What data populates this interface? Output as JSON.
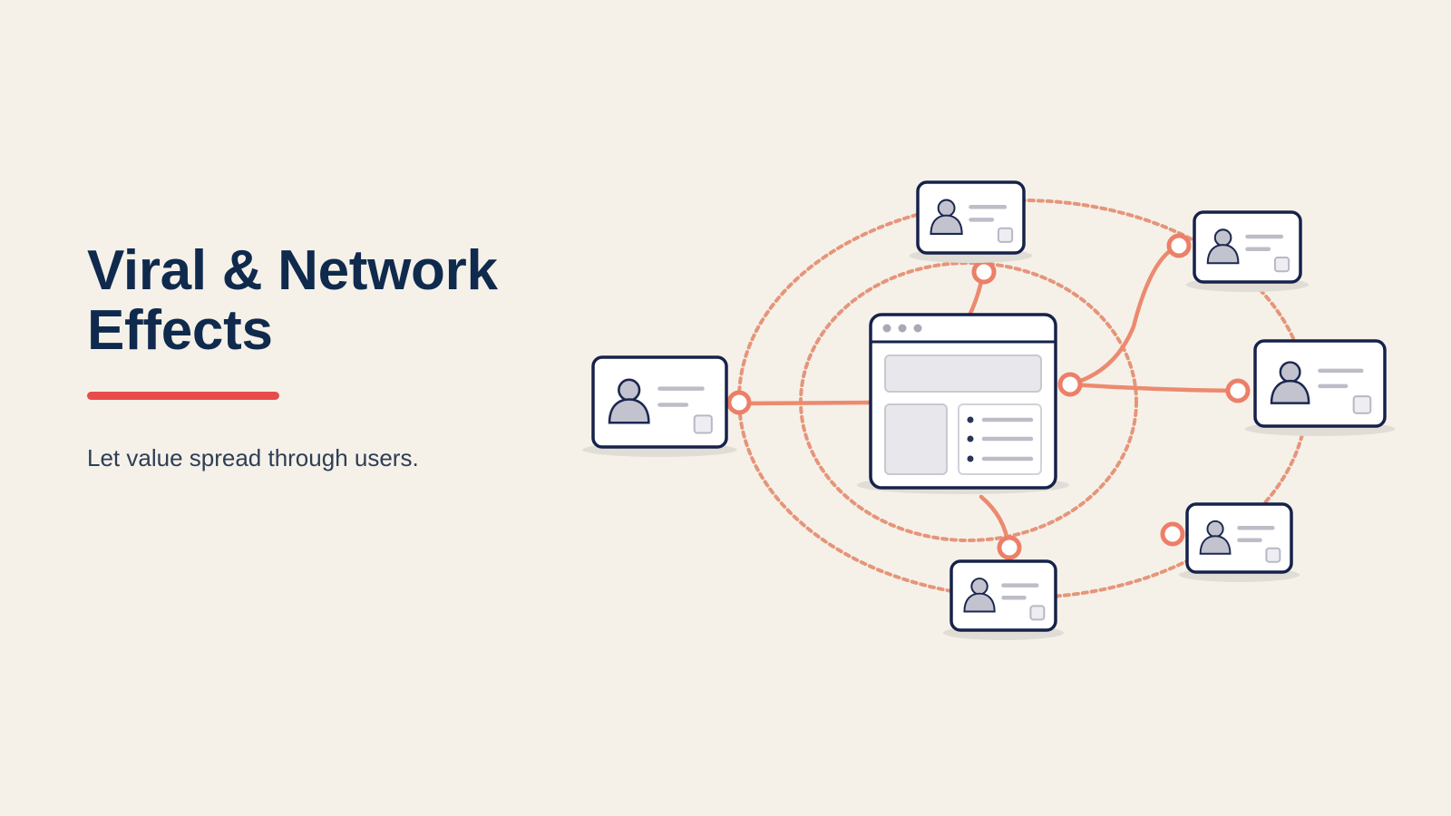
{
  "slide": {
    "title_line_1": "Viral & Network",
    "title_line_2": "Effects",
    "subtitle": "Let value spread through users."
  },
  "colors": {
    "background": "#f5f1e9",
    "title": "#0f2a4d",
    "accent": "#e84b4b",
    "connection": "#ec8a6f",
    "card_outline": "#16224a"
  },
  "diagram": {
    "hub": "browser-window-icon",
    "user_cards": [
      "user-card-left",
      "user-card-top",
      "user-card-top-right",
      "user-card-right",
      "user-card-bottom-right",
      "user-card-bottom"
    ]
  }
}
